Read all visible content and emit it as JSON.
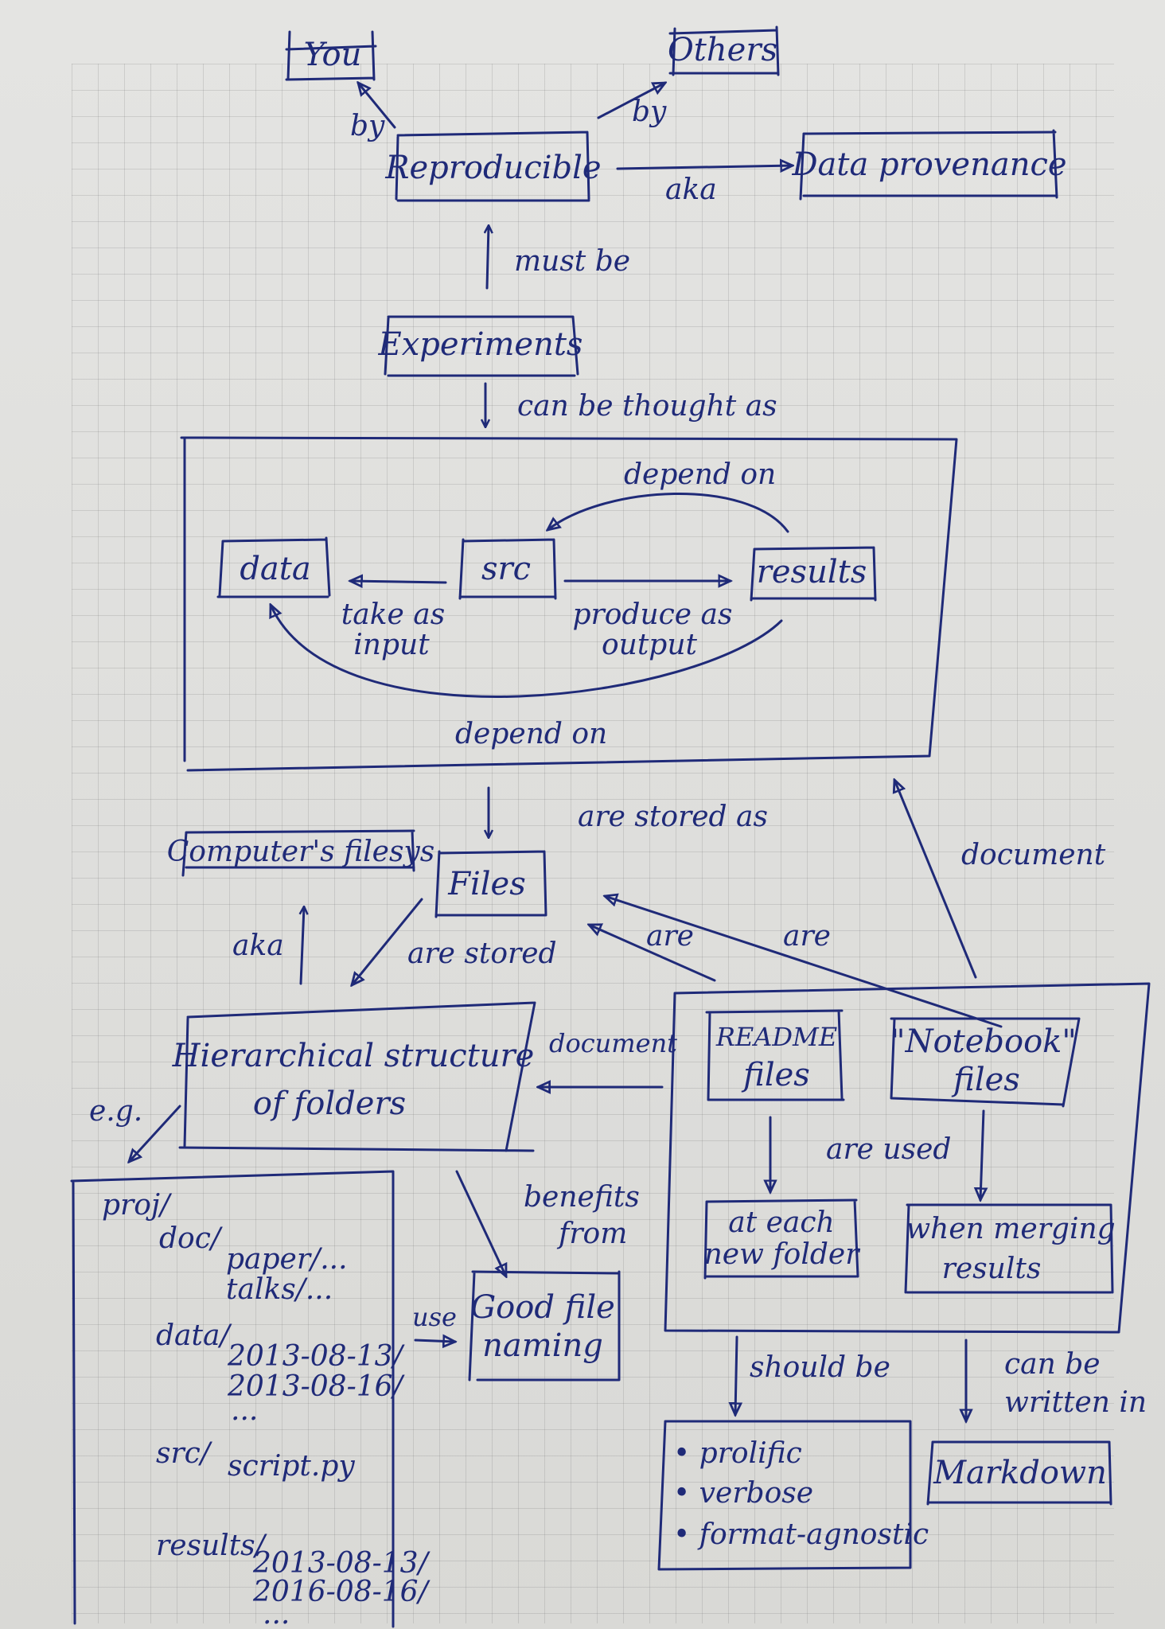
{
  "nodes": {
    "you": "You",
    "others": "Others",
    "reproducible": "Reproducible",
    "data_provenance": "Data provenance",
    "experiments": "Experiments",
    "data": "data",
    "src": "src",
    "results": "results",
    "computers_filesys": "Computer's filesys",
    "files": "Files",
    "hierarchy_line1": "Hierarchical structure",
    "hierarchy_line2": "of folders",
    "readme_line1": "README",
    "readme_line2": "files",
    "notebook_line1": "\"Notebook\"",
    "notebook_line2": "files",
    "each_folder_line1": "at each",
    "each_folder_line2": "new folder",
    "merging_line1": "when merging",
    "merging_line2": "results",
    "good_naming_line1": "Good file",
    "good_naming_line2": "naming",
    "markdown": "Markdown",
    "bullets": [
      "• prolific",
      "• verbose",
      "• format-agnostic"
    ]
  },
  "edges": {
    "by_you": "by",
    "by_others": "by",
    "aka_provenance": "aka",
    "must_be": "must be",
    "can_be_thought_as": "can be thought as",
    "depend_on_top": "depend on",
    "take_as_line1": "take as",
    "take_as_line2": "input",
    "produce_as_line1": "produce as",
    "produce_as_line2": "output",
    "depend_on_bottom": "depend on",
    "are_stored_as": "are stored as",
    "aka_filesys": "aka",
    "are_stored": "are stored",
    "are_1": "are",
    "are_2": "are",
    "document_right": "document",
    "document_left": "document",
    "eg": "e.g.",
    "are_used": "are used",
    "benefits_line1": "benefits",
    "benefits_line2": "from",
    "use": "use",
    "should_be": "should be",
    "can_be_line1": "can be",
    "can_be_line2": "written in"
  },
  "tree": [
    "proj/",
    "doc/",
    "paper/...",
    "talks/...",
    "data/",
    "2013-08-13/",
    "2013-08-16/",
    "...",
    "src/",
    "script.py",
    "results/",
    "2013-08-13/",
    "2016-08-16/",
    "..."
  ]
}
